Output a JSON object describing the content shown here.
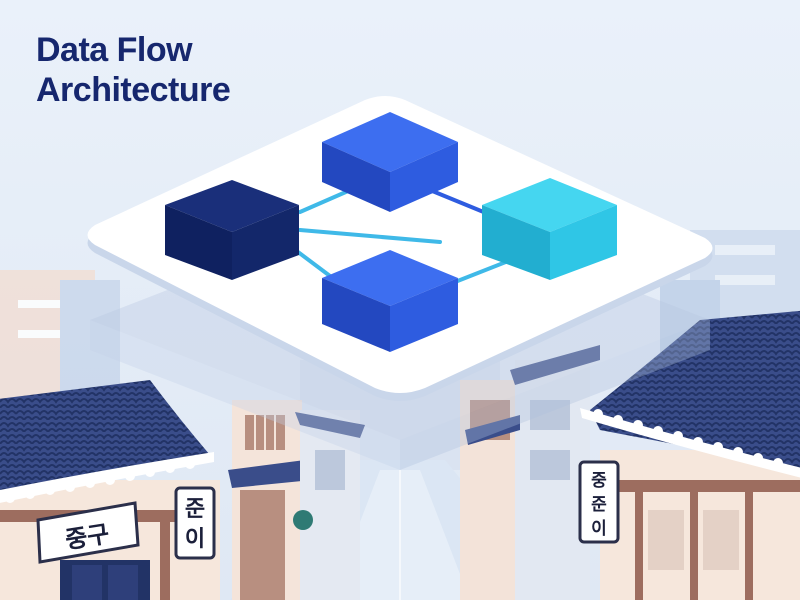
{
  "title": {
    "line1": "Data Flow",
    "line2": "Architecture"
  },
  "signs": {
    "left_horizontal": "중구",
    "left_vertical": [
      "준",
      "이"
    ],
    "right_vertical": [
      "중",
      "준",
      "이"
    ]
  },
  "colors": {
    "sky": "#e8eff8",
    "title": "#16276e",
    "node_navy": "#13276a",
    "node_blue": "#2e5ce0",
    "node_cyan": "#2fc6e6",
    "connector": "#3fb9e8",
    "roof_tile": "#2d3f78",
    "street": "#dbe6f4"
  },
  "nodes": [
    {
      "name": "navy-node",
      "icon": "cube-icon"
    },
    {
      "name": "blue-top-node",
      "icon": "cube-icon"
    },
    {
      "name": "cyan-node",
      "icon": "cube-icon"
    },
    {
      "name": "blue-bottom-node",
      "icon": "cube-icon"
    }
  ]
}
